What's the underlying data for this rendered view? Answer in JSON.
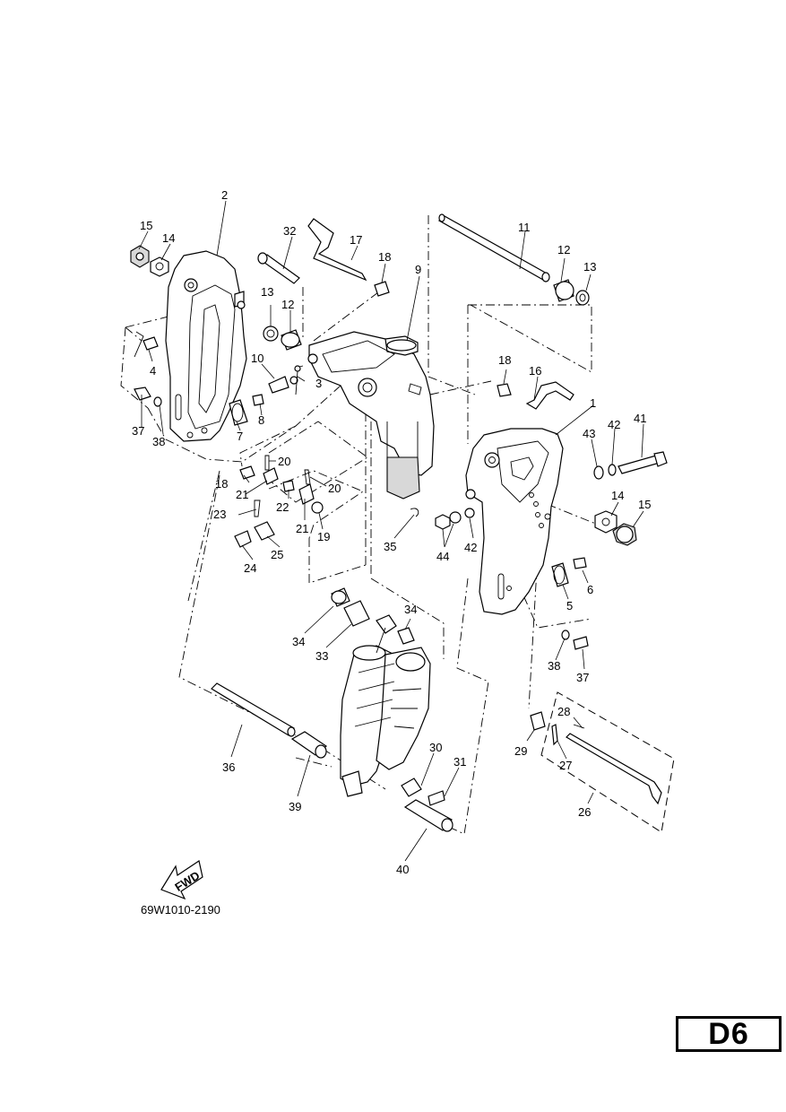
{
  "diagram": {
    "drawing_code": "69W1010-2190",
    "fwd_arrow_label": "FWD",
    "page_badge": "D6"
  },
  "callouts": [
    "1",
    "2",
    "3",
    "4",
    "5",
    "6",
    "7",
    "8",
    "9",
    "10",
    "11",
    "12",
    "12",
    "13",
    "13",
    "14",
    "14",
    "15",
    "15",
    "16",
    "17",
    "18",
    "18",
    "18",
    "19",
    "20",
    "20",
    "21",
    "21",
    "22",
    "23",
    "24",
    "25",
    "26",
    "27",
    "28",
    "29",
    "30",
    "31",
    "32",
    "33",
    "34",
    "34",
    "35",
    "36",
    "37",
    "37",
    "38",
    "38",
    "39",
    "40",
    "41",
    "42",
    "42",
    "43",
    "44"
  ]
}
